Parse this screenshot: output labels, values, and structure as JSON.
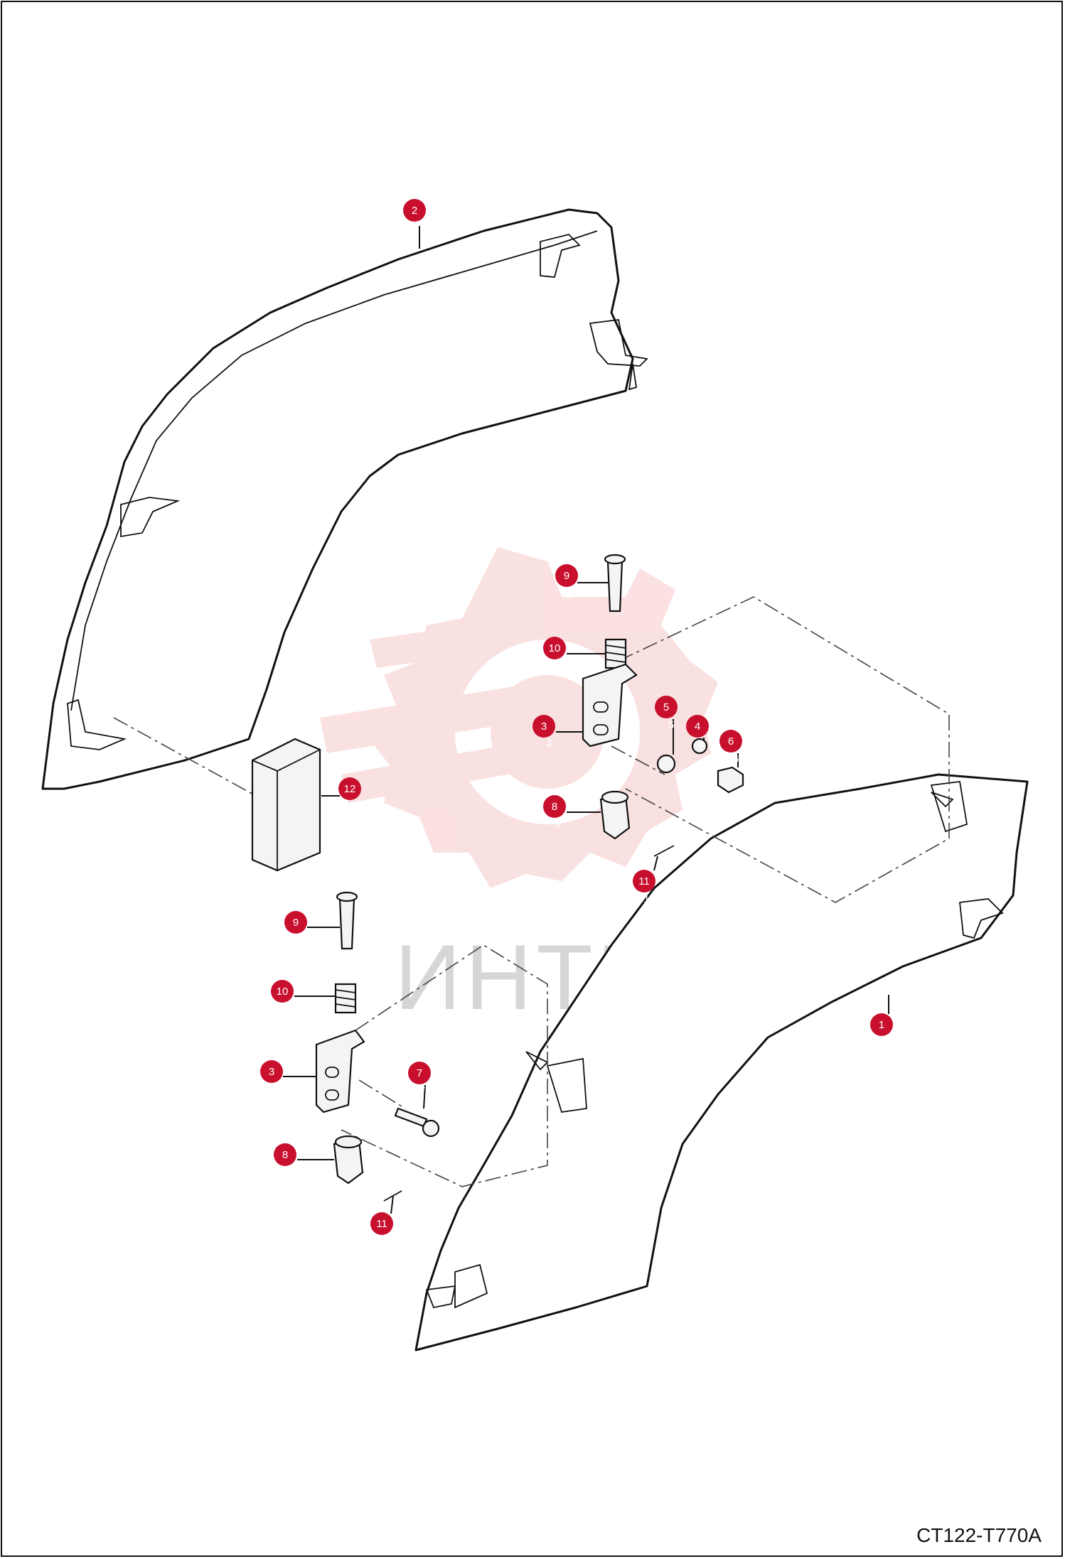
{
  "drawing": {
    "code": "CT122-T770A",
    "watermark_text": "ИНТЕХ",
    "watermark_color": "#f7c9c9",
    "callout_color": "#c8102e"
  },
  "callouts": [
    {
      "id": "c2",
      "label": "2",
      "ghost": "2"
    },
    {
      "id": "c9a",
      "label": "9",
      "ghost": "9"
    },
    {
      "id": "c10a",
      "label": "10",
      "ghost": "10"
    },
    {
      "id": "c3a",
      "label": "3",
      "ghost": "3"
    },
    {
      "id": "c5",
      "label": "5",
      "ghost": "5"
    },
    {
      "id": "c4",
      "label": "4",
      "ghost": "4"
    },
    {
      "id": "c6",
      "label": "6",
      "ghost": "6"
    },
    {
      "id": "c12",
      "label": "12",
      "ghost": "12"
    },
    {
      "id": "c8a",
      "label": "8",
      "ghost": "8"
    },
    {
      "id": "c11a",
      "label": "11",
      "ghost": "11"
    },
    {
      "id": "c9b",
      "label": "9",
      "ghost": "9"
    },
    {
      "id": "c10b",
      "label": "10",
      "ghost": "10"
    },
    {
      "id": "c1",
      "label": "1",
      "ghost": "1"
    },
    {
      "id": "c3b",
      "label": "3",
      "ghost": "3"
    },
    {
      "id": "c7",
      "label": "7",
      "ghost": "7"
    },
    {
      "id": "c8b",
      "label": "8",
      "ghost": "8"
    },
    {
      "id": "c11b",
      "label": "11",
      "ghost": "11"
    }
  ]
}
